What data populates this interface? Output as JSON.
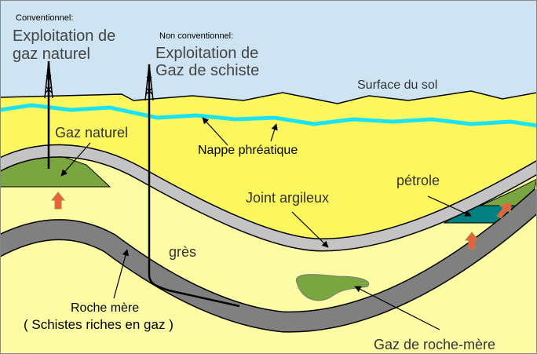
{
  "labels": {
    "conventional_caption": "Conventionnel:",
    "conventional_title_1": "Exploitation de",
    "conventional_title_2": "gaz naturel",
    "unconventional_caption": "Non conventionnel:",
    "unconventional_title_1": "Exploitation de",
    "unconventional_title_2": "Gaz de schiste",
    "surface": "Surface du sol",
    "natural_gas": "Gaz naturel",
    "water_table": "Nappe phréatique",
    "clay_joint": "Joint argileux",
    "oil": "pétrole",
    "sandstone": "grès",
    "source_rock_1": "Roche mère",
    "source_rock_2": "( Schistes riches en gaz )",
    "source_rock_gas": "Gaz de roche-mère"
  },
  "colors": {
    "sky": "#cfe4f2",
    "upper_ground": "#fcf75e",
    "lower_ground": "#fdfca4",
    "clay": "#c4c4c4",
    "source_rock": "#808080",
    "gas": "#7aa640",
    "oil": "#008080",
    "water": "#19e3f5",
    "arrow": "#e8603c"
  }
}
